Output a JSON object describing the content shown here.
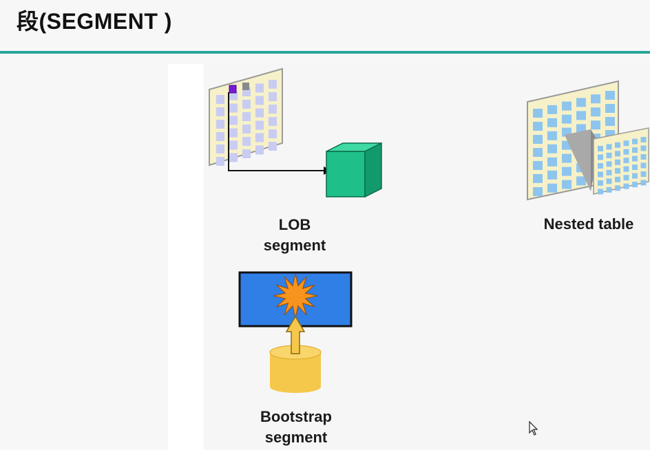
{
  "header": {
    "title": "段(SEGMENT )"
  },
  "diagram": {
    "lob": {
      "line1": "LOB",
      "line2": "segment",
      "icon": "lob-segment-icon"
    },
    "nested": {
      "label": "Nested table",
      "icon": "nested-table-icon"
    },
    "bootstrap": {
      "line1": "Bootstrap",
      "line2": "segment",
      "icon": "bootstrap-segment-icon"
    }
  },
  "colors": {
    "accent_rule": "#2aa59a",
    "cube": "#1fbf8a",
    "bootstrap_blue": "#2f7fe6",
    "starburst": "#f7941d",
    "cylinder": "#f5c84c"
  }
}
